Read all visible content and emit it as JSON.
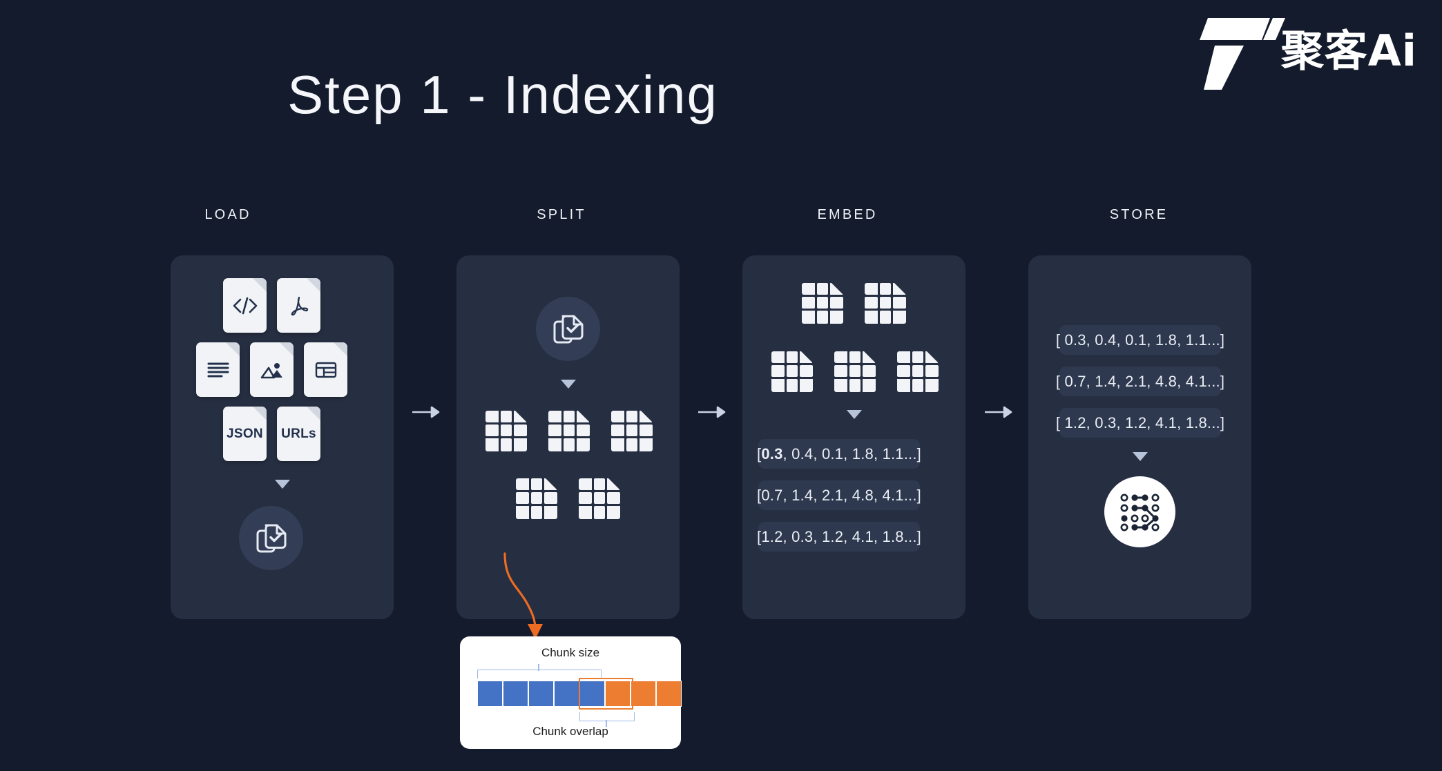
{
  "page": {
    "title": "Step 1 - Indexing",
    "background_color": "#131b2c",
    "panel_color": "#262e42"
  },
  "logo": {
    "mark": "t-logo-mark",
    "text": "聚客Ai"
  },
  "stages": [
    {
      "key": "load",
      "label": "LOAD"
    },
    {
      "key": "split",
      "label": "SPLIT"
    },
    {
      "key": "embed",
      "label": "EMBED"
    },
    {
      "key": "store",
      "label": "STORE"
    }
  ],
  "connectors": {
    "arrow_right": "arrow-right-icon",
    "arrow_down": "caret-down-icon"
  },
  "load": {
    "files": [
      {
        "icon": "code-file-icon",
        "label": ""
      },
      {
        "icon": "pdf-file-icon",
        "label": ""
      },
      {
        "icon": "text-file-icon",
        "label": ""
      },
      {
        "icon": "image-file-icon",
        "label": ""
      },
      {
        "icon": "table-file-icon",
        "label": ""
      },
      {
        "icon": "json-file-icon",
        "label": "JSON"
      },
      {
        "icon": "urls-file-icon",
        "label": "URLs"
      }
    ],
    "result_icon": "document-check-icon"
  },
  "split": {
    "source_icon": "document-check-icon",
    "chunk_icon": "chunk-grid-icon",
    "chunks_row_1": 3,
    "chunks_row_2": 2,
    "callout": {
      "top_label": "Chunk size",
      "bottom_label": "Chunk overlap",
      "blocks": [
        {
          "color": "#4472c4"
        },
        {
          "color": "#4472c4"
        },
        {
          "color": "#4472c4"
        },
        {
          "color": "#4472c4"
        },
        {
          "color": "#4472c4"
        },
        {
          "color": "#ed7d31"
        },
        {
          "color": "#ed7d31"
        },
        {
          "color": "#ed7d31"
        }
      ],
      "highlight_color": "#ed7d31",
      "bracket_color": "#9dbbe6"
    }
  },
  "embed": {
    "chunks_row_1": 2,
    "chunks_row_2": 3,
    "vectors": [
      {
        "prefix": "[ ",
        "bold": "0.3",
        "rest": ", 0.4, 0.1, 1.8, 1.1...]"
      },
      {
        "prefix": "[ ",
        "bold": "",
        "rest": "0.7, 1.4, 2.1, 4.8, 4.1...]"
      },
      {
        "prefix": "[ ",
        "bold": "",
        "rest": "1.2, 0.3, 1.2, 4.1, 1.8...]"
      }
    ]
  },
  "store": {
    "vectors": [
      "[ 0.3, 0.4, 0.1, 1.8, 1.1...]",
      "[ 0.7, 1.4, 2.1, 4.8, 4.1...]",
      "[ 1.2, 0.3, 1.2, 4.1, 1.8...]"
    ],
    "database_icon": "vector-database-icon"
  }
}
